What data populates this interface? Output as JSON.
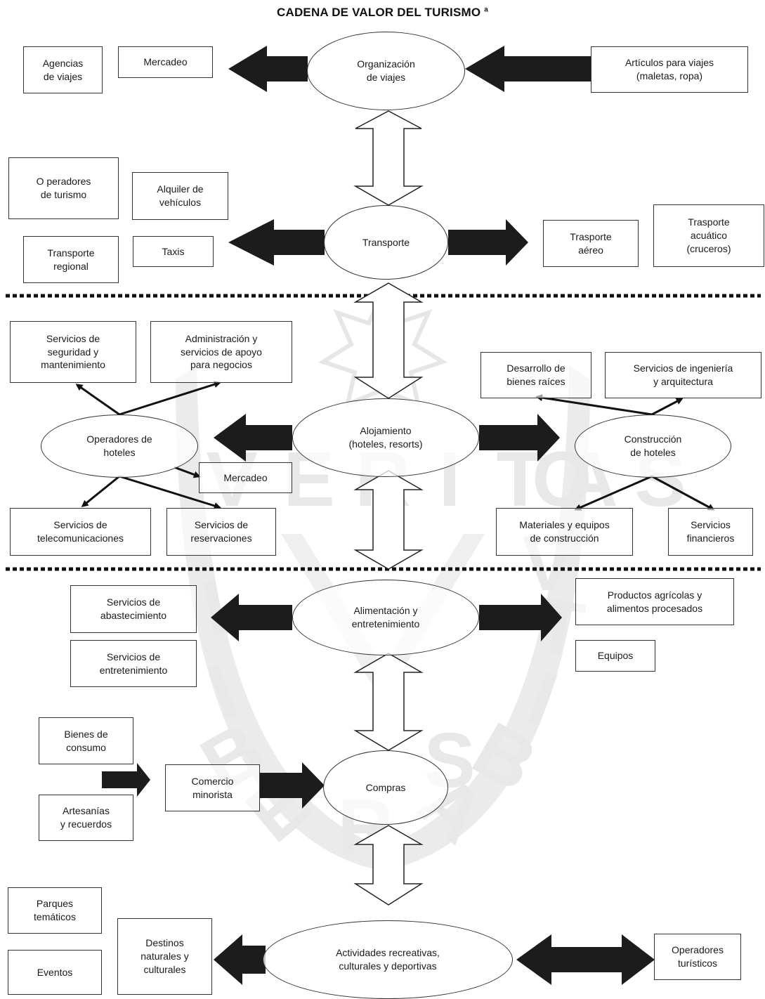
{
  "title": "CADENA DE VALOR DEL TURISMO",
  "title_note": "a",
  "watermark": {
    "letters": [
      "V",
      "E",
      "R",
      "I",
      "T",
      "A",
      "S",
      "L",
      "I",
      "B",
      "E",
      "R",
      "A",
      "B",
      "I",
      "T",
      "V",
      "O",
      "S"
    ]
  },
  "nodes": {
    "organizacion": "Organización\nde viajes",
    "agencias": "Agencias\nde viajes",
    "mercadeo1": "Mercadeo",
    "articulos": "Artículos para viajes\n(maletas, ropa)",
    "transporte": "Transporte",
    "operadores_turismo": "O peradores\nde turismo",
    "alquiler": "Alquiler de\nvehículos",
    "transporte_regional": "Transporte\nregional",
    "taxis": "Taxis",
    "aereo": "Trasporte\naéreo",
    "acuatico": "Trasporte\nacuático\n(cruceros)",
    "alojamiento": "Alojamiento\n(hoteles, resorts)",
    "op_hoteles": "Operadores de\nhoteles",
    "seguridad": "Servicios de\nseguridad y\nmantenimiento",
    "administracion": "Administración y\nservicios de apoyo\npara negocios",
    "mercadeo2": "Mercadeo",
    "telecom": "Servicios de\ntelecomunicaciones",
    "reservaciones": "Servicios de\nreservaciones",
    "construccion": "Construcción\nde hoteles",
    "bienes_raices": "Desarrollo de\nbienes raíces",
    "ingenieria": "Servicios de ingeniería\ny arquitectura",
    "materiales": "Materiales y equipos\nde construcción",
    "financieros": "Servicios\nfinancieros",
    "alimentacion": "Alimentación y\nentretenimiento",
    "abastecimiento": "Servicios de\nabastecimiento",
    "entretenimiento": "Servicios de\nentretenimiento",
    "agricolas": "Productos agrícolas y\nalimentos procesados",
    "equipos": "Equipos",
    "compras": "Compras",
    "bienes_consumo": "Bienes de\nconsumo",
    "artesanias": "Artesanías\ny recuerdos",
    "comercio": "Comercio\nminorista",
    "actividades": "Actividades recreativas,\nculturales y deportivas",
    "parques": "Parques\ntemáticos",
    "eventos": "Eventos",
    "destinos": "Destinos\nnaturales y\nculturales",
    "op_turisticos": "Operadores\nturísticos"
  }
}
